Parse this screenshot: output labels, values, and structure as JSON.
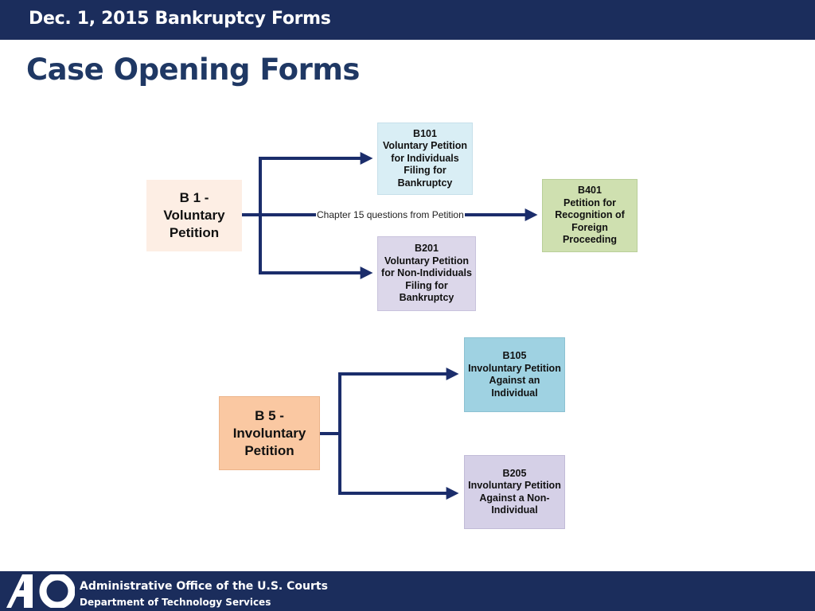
{
  "header": {
    "title": "Dec. 1, 2015 Bankruptcy Forms"
  },
  "slide": {
    "title": "Case Opening Forms"
  },
  "diagram": {
    "nodes": {
      "b1": {
        "label": "B 1 -\nVoluntary\nPetition",
        "color": "#fdeee4"
      },
      "b101": {
        "label": "B101\nVoluntary Petition\nfor Individuals\nFiling for\nBankruptcy",
        "color": "#d9eef5"
      },
      "b201": {
        "label": "B201\nVoluntary Petition\nfor Non-Individuals\nFiling for\nBankruptcy",
        "color": "#dcd7ea"
      },
      "b401": {
        "label": "B401\nPetition for\nRecognition of\nForeign\nProceeding",
        "color": "#cfe0b0"
      },
      "b5": {
        "label": "B 5 -\nInvoluntary\nPetition",
        "color": "#fac8a2"
      },
      "b105": {
        "label": "B105\nInvoluntary Petition\nAgainst an\nIndividual",
        "color": "#9fd2e2"
      },
      "b205": {
        "label": "B205\nInvoluntary Petition\nAgainst a Non-\nIndividual",
        "color": "#d5d0e7"
      }
    },
    "edges": {
      "chapter15_label": "Chapter 15 questions from Petition"
    },
    "arrow_color": "#1b2d6b"
  },
  "footer": {
    "logo_text": "AO",
    "line1": "Administrative Office of the U.S. Courts",
    "line2": "Department of Technology Services"
  },
  "colors": {
    "bar": "#1b2d5c",
    "title": "#1f3864"
  }
}
